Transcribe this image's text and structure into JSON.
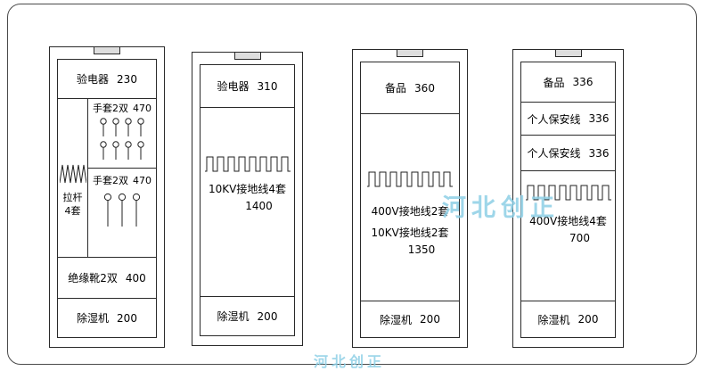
{
  "watermark": {
    "text": "河北创正",
    "color": "#8ecfe6"
  },
  "cabinet1": {
    "header": {
      "label": "验电器",
      "value": "230"
    },
    "glove_top": {
      "label": "手套2双",
      "value": "470"
    },
    "glove_bottom": {
      "label": "手套2双",
      "value": "470"
    },
    "rod": {
      "label": "拉杆",
      "value": "4套"
    },
    "boots": {
      "label": "绝缘靴2双",
      "value": "400"
    },
    "footer": {
      "label": "除湿机",
      "value": "200"
    }
  },
  "cabinet2": {
    "header": {
      "label": "验电器",
      "value": "310"
    },
    "middle": {
      "line1": "10KV接地线4套",
      "value": "1400"
    },
    "footer": {
      "label": "除湿机",
      "value": "200"
    }
  },
  "cabinet3": {
    "header": {
      "label": "备品",
      "value": "360"
    },
    "middle": {
      "line1": "400V接地线2套",
      "line2": "10KV接地线2套",
      "value": "1350"
    },
    "footer": {
      "label": "除湿机",
      "value": "200"
    }
  },
  "cabinet4": {
    "header": {
      "label": "备品",
      "value": "336"
    },
    "row1": {
      "label": "个人保安线",
      "value": "336"
    },
    "row2": {
      "label": "个人保安线",
      "value": "336"
    },
    "middle": {
      "line1": "400V接地线4套",
      "value": "700"
    },
    "footer": {
      "label": "除湿机",
      "value": "200"
    }
  },
  "icons": {
    "spring": "pull-rod-spring",
    "pins": "glove-hanger-pins",
    "comb": "ground-wire-hooks"
  }
}
